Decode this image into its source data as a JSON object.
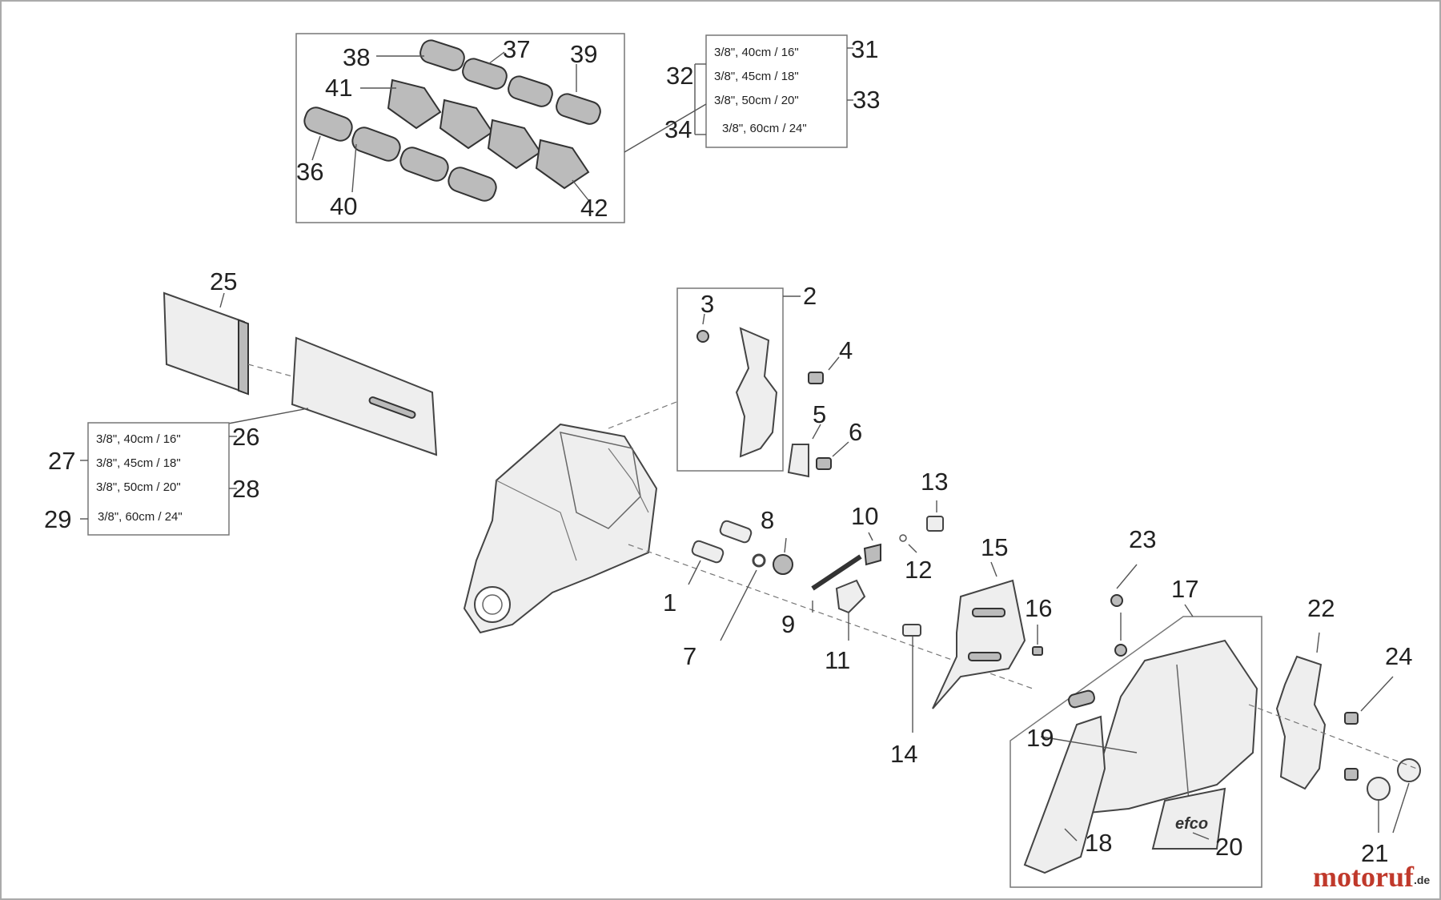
{
  "labels": {
    "l1": "1",
    "l2": "2",
    "l3": "3",
    "l4": "4",
    "l5": "5",
    "l6": "6",
    "l7": "7",
    "l8": "8",
    "l9": "9",
    "l10": "10",
    "l11": "11",
    "l12": "12",
    "l13": "13",
    "l14": "14",
    "l15": "15",
    "l16": "16",
    "l17": "17",
    "l18": "18",
    "l19": "19",
    "l20": "20",
    "l21": "21",
    "l22": "22",
    "l23": "23",
    "l24": "24",
    "l25": "25",
    "l26": "26",
    "l27": "27",
    "l28": "28",
    "l29": "29",
    "l31": "31",
    "l32": "32",
    "l33": "33",
    "l34": "34",
    "l36": "36",
    "l37": "37",
    "l38": "38",
    "l39": "39",
    "l40": "40",
    "l41": "41",
    "l42": "42"
  },
  "bar_specs": [
    "3/8\", 40cm / 16\"",
    "3/8\", 45cm / 18\"",
    "3/8\", 50cm / 20\"",
    "3/8\", 60cm / 24\""
  ],
  "chain_specs": [
    "3/8\", 40cm / 16\"",
    "3/8\", 45cm / 18\"",
    "3/8\", 50cm / 20\"",
    "3/8\", 60cm / 24\""
  ],
  "cover_decal": "efco",
  "watermark": {
    "name": "motoruf",
    "suffix": ".de"
  }
}
